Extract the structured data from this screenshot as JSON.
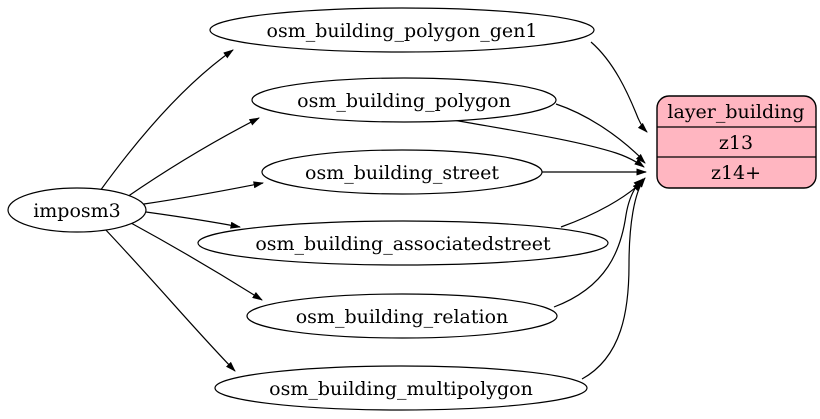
{
  "diagram": {
    "type": "etl-graph",
    "background_color": "#ffffff",
    "node_fill_color": "#ffffff",
    "record_fill_color": "#ffb6c1",
    "line_color": "#000000",
    "text_color": "#000000"
  },
  "nodes": {
    "imposm3": {
      "label": "imposm3",
      "shape": "ellipse"
    },
    "gen1": {
      "label": "osm_building_polygon_gen1",
      "shape": "ellipse"
    },
    "polygon": {
      "label": "osm_building_polygon",
      "shape": "ellipse"
    },
    "street": {
      "label": "osm_building_street",
      "shape": "ellipse"
    },
    "associatedstreet": {
      "label": "osm_building_associatedstreet",
      "shape": "ellipse"
    },
    "relation": {
      "label": "osm_building_relation",
      "shape": "ellipse"
    },
    "multipolygon": {
      "label": "osm_building_multipolygon",
      "shape": "ellipse"
    },
    "layer": {
      "title": "layer_building",
      "rows": [
        "z13",
        "z14+"
      ],
      "shape": "record",
      "fill": "#ffb6c1"
    }
  },
  "edges": [
    {
      "from": "imposm3",
      "to": "osm_building_polygon_gen1"
    },
    {
      "from": "imposm3",
      "to": "osm_building_polygon"
    },
    {
      "from": "imposm3",
      "to": "osm_building_street"
    },
    {
      "from": "imposm3",
      "to": "osm_building_associatedstreet"
    },
    {
      "from": "imposm3",
      "to": "osm_building_relation"
    },
    {
      "from": "imposm3",
      "to": "osm_building_multipolygon"
    },
    {
      "from": "osm_building_polygon_gen1",
      "to": "layer_building.z13"
    },
    {
      "from": "osm_building_polygon",
      "to": "layer_building.z14+"
    },
    {
      "from": "osm_building_polygon",
      "to": "layer_building.z14+"
    },
    {
      "from": "osm_building_street",
      "to": "layer_building.z14+"
    },
    {
      "from": "osm_building_associatedstreet",
      "to": "layer_building.z14+"
    },
    {
      "from": "osm_building_relation",
      "to": "layer_building.z14+"
    },
    {
      "from": "osm_building_multipolygon",
      "to": "layer_building.z14+"
    }
  ]
}
